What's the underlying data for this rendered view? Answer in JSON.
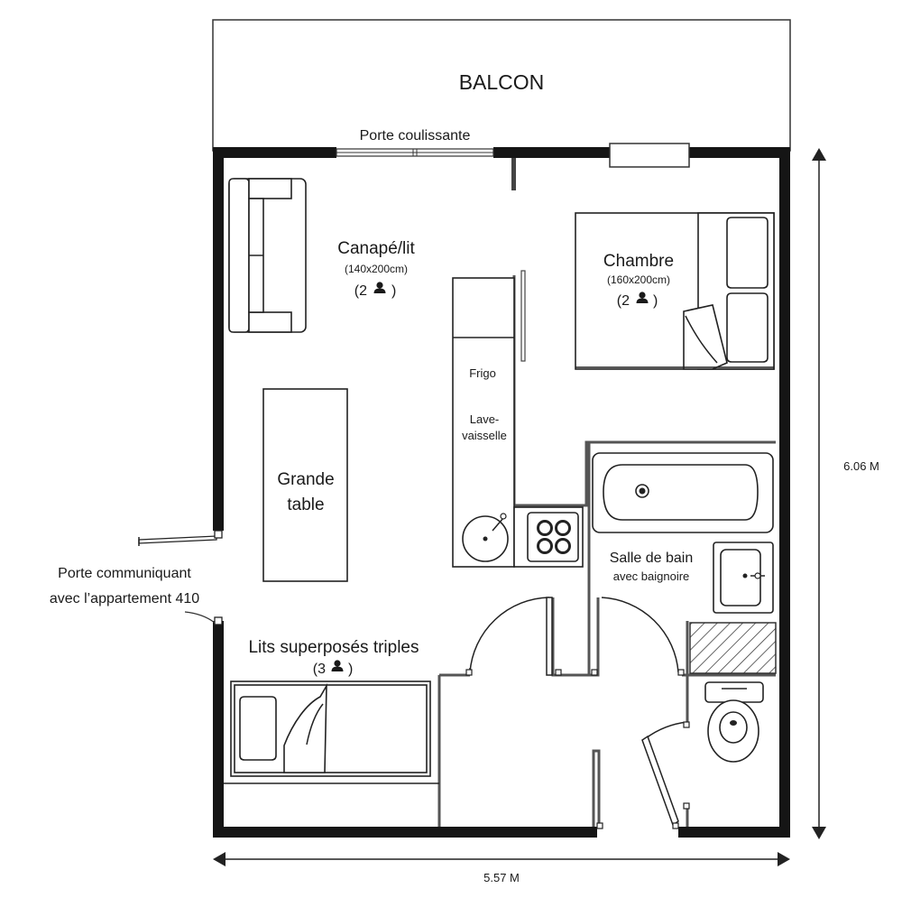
{
  "title": "",
  "rooms": {
    "balcony": "BALCON",
    "sliding_door": "Porte coulissante",
    "sofa_bed": {
      "name": "Canapé/lit",
      "size": "(140x200cm)",
      "guests_open": "(2",
      "guests_close": ")"
    },
    "bedroom": {
      "name": "Chambre",
      "size": "(160x200cm)",
      "guests_open": "(2",
      "guests_close": ")"
    },
    "fridge": "Frigo",
    "dishwasher_line1": "Lave-",
    "dishwasher_line2": "vaisselle",
    "table_line1": "Grande",
    "table_line2": "table",
    "bathroom_line1": "Salle de bain",
    "bathroom_line2": "avec baignoire",
    "connecting_door_line1": "Porte communiquant",
    "connecting_door_line2": "avec l’appartement 410",
    "bunk_beds": {
      "name": "Lits superposés triples",
      "guests_open": "(3",
      "guests_close": ")"
    }
  },
  "dimensions": {
    "height": "6.06 M",
    "width": "5.57 M"
  },
  "icons": [
    "person-icon",
    "faucet-icon",
    "cooktop-icon",
    "toilet-icon"
  ],
  "colors": {
    "wall": "#151515",
    "partition": "#555555",
    "line": "#222222"
  }
}
